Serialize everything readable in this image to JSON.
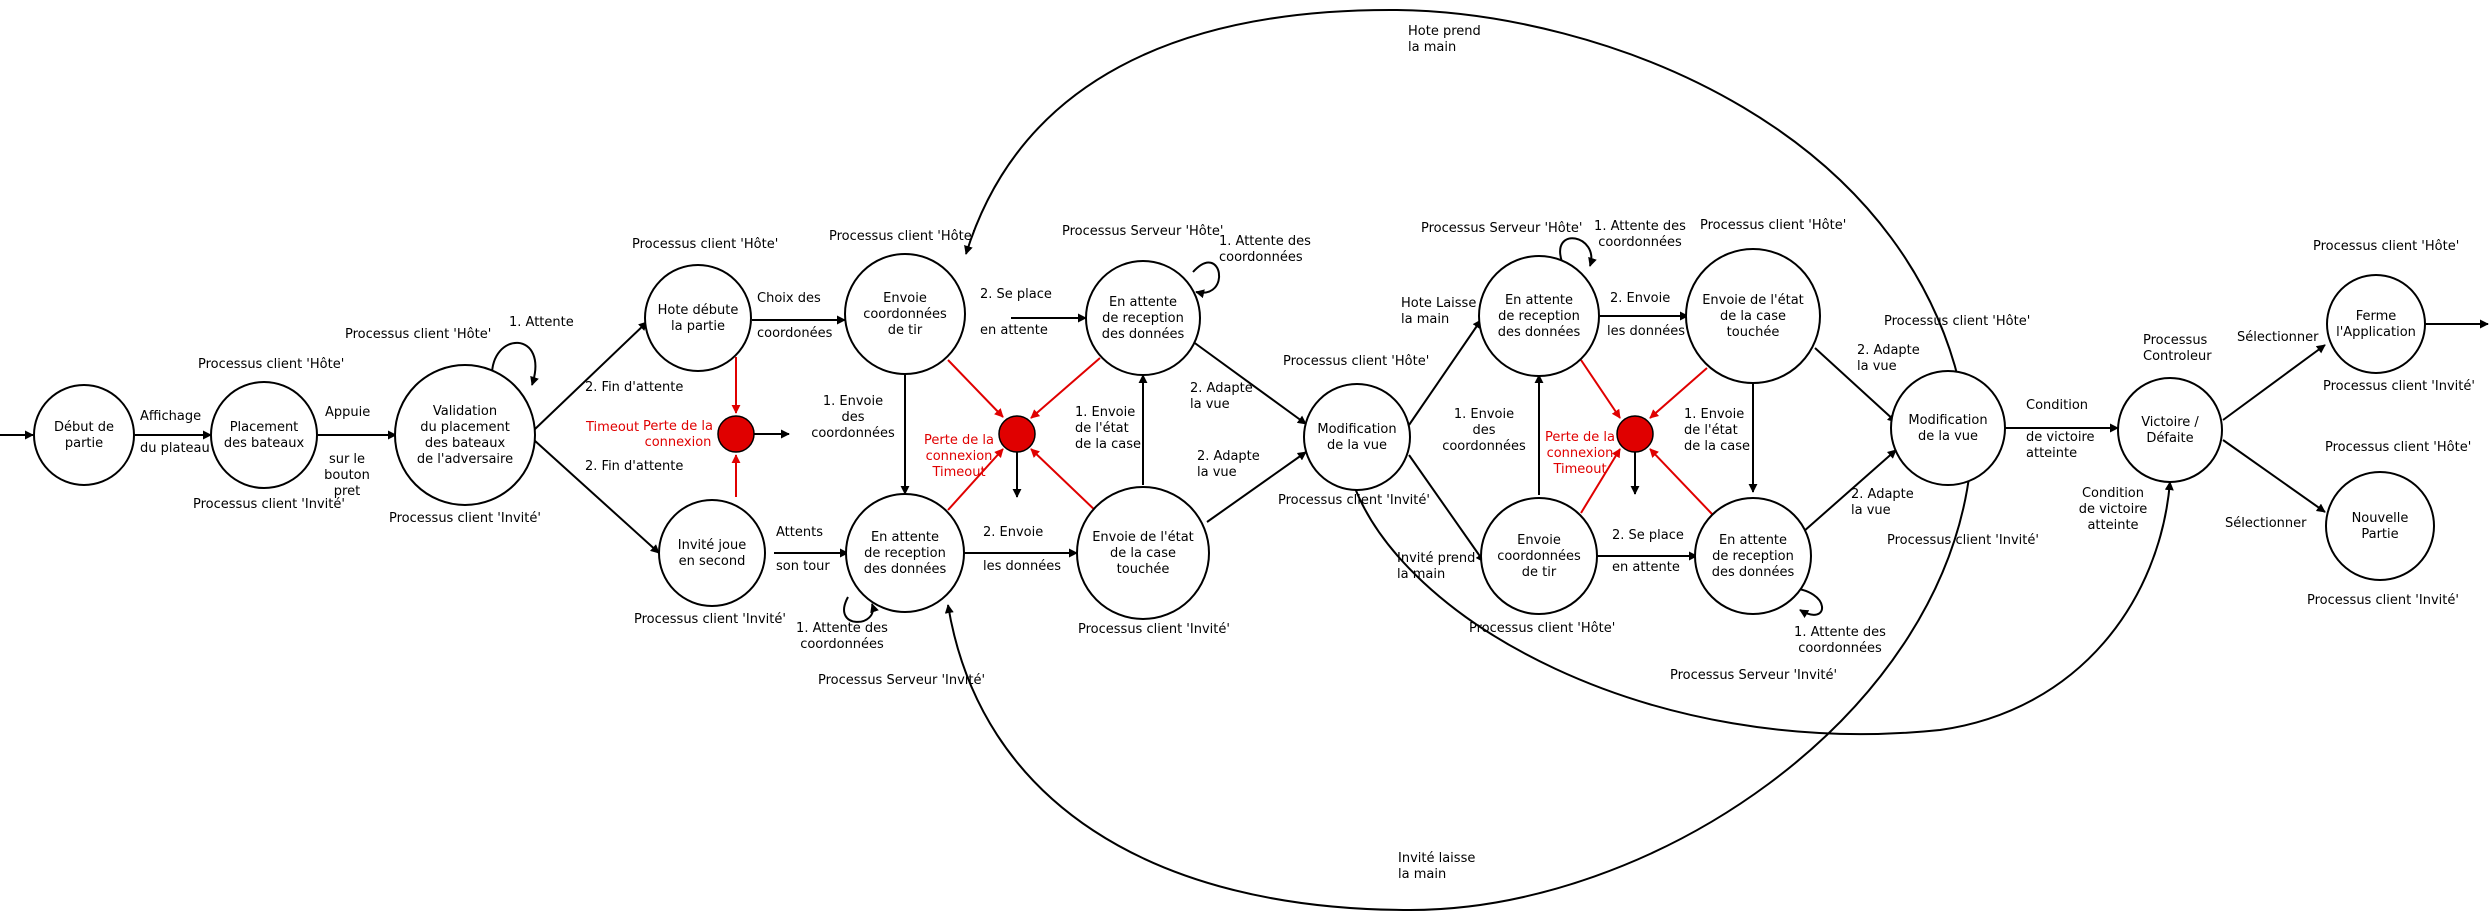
{
  "states": [
    {
      "id": "debut",
      "label": [
        "Début de",
        "partie"
      ]
    },
    {
      "id": "placement",
      "label": [
        "Placement",
        "des bateaux"
      ]
    },
    {
      "id": "validation",
      "label": [
        "Validation",
        "du placement",
        "des bateaux",
        "de l'adversaire"
      ]
    },
    {
      "id": "hote-debute",
      "label": [
        "Hote débute",
        "la partie"
      ]
    },
    {
      "id": "invite-second",
      "label": [
        "Invité joue",
        "en second"
      ]
    },
    {
      "id": "envoie-tir-1",
      "label": [
        "Envoie",
        "coordonnées",
        "de tir"
      ]
    },
    {
      "id": "attente-recep-1",
      "label": [
        "En attente",
        "de reception",
        "des données"
      ]
    },
    {
      "id": "attente-recep-2",
      "label": [
        "En attente",
        "de reception",
        "des données"
      ]
    },
    {
      "id": "envoie-etat-1",
      "label": [
        "Envoie de l'état",
        "de la case",
        "touchée"
      ]
    },
    {
      "id": "modif-vue-1",
      "label": [
        "Modification",
        "de la vue"
      ]
    },
    {
      "id": "attente-recep-3",
      "label": [
        "En attente",
        "de reception",
        "des données"
      ]
    },
    {
      "id": "envoie-etat-2",
      "label": [
        "Envoie de l'état",
        "de la case",
        "touchée"
      ]
    },
    {
      "id": "envoie-tir-2",
      "label": [
        "Envoie",
        "coordonnées",
        "de tir"
      ]
    },
    {
      "id": "attente-recep-4",
      "label": [
        "En attente",
        "de reception",
        "des données"
      ]
    },
    {
      "id": "modif-vue-2",
      "label": [
        "Modification",
        "de la vue"
      ]
    },
    {
      "id": "victoire",
      "label": [
        "Victoire /",
        "Défaite"
      ]
    },
    {
      "id": "ferme",
      "label": [
        "Ferme",
        "l'Application"
      ]
    },
    {
      "id": "nouvelle",
      "label": [
        "Nouvelle",
        "Partie"
      ]
    }
  ],
  "labels": [
    {
      "id": "proc-hote-placement",
      "lines": [
        "Processus client 'Hôte'"
      ]
    },
    {
      "id": "proc-invite-placement",
      "lines": [
        "Processus client 'Invité'"
      ]
    },
    {
      "id": "proc-hote-validation",
      "lines": [
        "Processus client 'Hôte'"
      ]
    },
    {
      "id": "proc-invite-validation",
      "lines": [
        "Processus client 'Invité'"
      ]
    },
    {
      "id": "proc-hote-debute",
      "lines": [
        "Processus client 'Hôte'"
      ]
    },
    {
      "id": "proc-invite-second",
      "lines": [
        "Processus client 'Invité'"
      ]
    },
    {
      "id": "proc-hote-tir1",
      "lines": [
        "Processus client 'Hôte'"
      ]
    },
    {
      "id": "proc-serveur-hote-1",
      "lines": [
        "Processus Serveur 'Hôte'"
      ]
    },
    {
      "id": "proc-serveur-invite-1",
      "lines": [
        "Processus Serveur 'Invité'"
      ]
    },
    {
      "id": "proc-invite-etat1",
      "lines": [
        "Processus client 'Invité'"
      ]
    },
    {
      "id": "proc-hote-modif1",
      "lines": [
        "Processus client 'Hôte'"
      ]
    },
    {
      "id": "proc-invite-modif1",
      "lines": [
        "Processus client 'Invité'"
      ]
    },
    {
      "id": "proc-serveur-hote-2",
      "lines": [
        "Processus Serveur 'Hôte'"
      ]
    },
    {
      "id": "proc-hote-etat2",
      "lines": [
        "Processus client 'Hôte'"
      ]
    },
    {
      "id": "proc-hote-tir2",
      "lines": [
        "Processus client 'Hôte'"
      ]
    },
    {
      "id": "proc-serveur-invite-2",
      "lines": [
        "Processus Serveur 'Invité'"
      ]
    },
    {
      "id": "proc-hote-modif2",
      "lines": [
        "Processus client 'Hôte'"
      ]
    },
    {
      "id": "proc-invite-modif2",
      "lines": [
        "Processus client 'Invité'"
      ]
    },
    {
      "id": "proc-controleur",
      "lines": [
        "Processus",
        "Controleur"
      ]
    },
    {
      "id": "proc-hote-ferme",
      "lines": [
        "Processus client 'Hôte'"
      ]
    },
    {
      "id": "proc-invite-ferme",
      "lines": [
        "Processus client 'Invité'"
      ]
    },
    {
      "id": "proc-hote-nouvelle",
      "lines": [
        "Processus client 'Hôte'"
      ]
    },
    {
      "id": "proc-invite-nouvelle",
      "lines": [
        "Processus client 'Invité'"
      ]
    },
    {
      "id": "lbl-affichage",
      "lines": [
        "Affichage"
      ]
    },
    {
      "id": "lbl-du-plateau",
      "lines": [
        "du plateau"
      ]
    },
    {
      "id": "lbl-appuie",
      "lines": [
        "Appuie"
      ]
    },
    {
      "id": "lbl-bouton",
      "lines": [
        "sur le",
        "bouton",
        "pret"
      ]
    },
    {
      "id": "lbl-attente",
      "lines": [
        "1. Attente"
      ]
    },
    {
      "id": "lbl-fin-attente-1",
      "lines": [
        "2. Fin d'attente"
      ]
    },
    {
      "id": "lbl-fin-attente-2",
      "lines": [
        "2. Fin d'attente"
      ]
    },
    {
      "id": "lbl-choix-des",
      "lines": [
        "Choix des"
      ]
    },
    {
      "id": "lbl-coordonnees",
      "lines": [
        "coordonées"
      ]
    },
    {
      "id": "lbl-attents",
      "lines": [
        "Attents"
      ]
    },
    {
      "id": "lbl-son-tour",
      "lines": [
        "son tour"
      ]
    },
    {
      "id": "lbl-se-place-1",
      "lines": [
        "2. Se place"
      ]
    },
    {
      "id": "lbl-en-attente-1",
      "lines": [
        "en attente"
      ]
    },
    {
      "id": "lbl-attente-coord-1",
      "lines": [
        "1. Attente des",
        "coordonnées"
      ]
    },
    {
      "id": "lbl-envoie-coord-1",
      "lines": [
        "1. Envoie",
        "des",
        "coordonnées"
      ]
    },
    {
      "id": "lbl-envoie-etat-1",
      "lines": [
        "1. Envoie",
        "de l'état",
        "de la case"
      ]
    },
    {
      "id": "lbl-envoie-2-1",
      "lines": [
        "2. Envoie"
      ]
    },
    {
      "id": "lbl-les-donnees-1",
      "lines": [
        "les données"
      ]
    },
    {
      "id": "lbl-attente-coord-2",
      "lines": [
        "1. Attente des",
        "coordonnées"
      ]
    },
    {
      "id": "lbl-adapte-1",
      "lines": [
        "2. Adapte",
        "la vue"
      ]
    },
    {
      "id": "lbl-adapte-2",
      "lines": [
        "2. Adapte",
        "la vue"
      ]
    },
    {
      "id": "lbl-hote-prend",
      "lines": [
        "Hote prend",
        "la main"
      ]
    },
    {
      "id": "lbl-hote-laisse",
      "lines": [
        "Hote Laisse",
        "la main"
      ]
    },
    {
      "id": "lbl-invite-prend",
      "lines": [
        "Invité prend",
        "la main"
      ]
    },
    {
      "id": "lbl-invite-laisse",
      "lines": [
        "Invité laisse",
        "la main"
      ]
    },
    {
      "id": "lbl-attente-coord-3",
      "lines": [
        "1. Attente des",
        "coordonnées"
      ]
    },
    {
      "id": "lbl-envoie-2-2",
      "lines": [
        "2. Envoie"
      ]
    },
    {
      "id": "lbl-les-donnees-2",
      "lines": [
        "les données"
      ]
    },
    {
      "id": "lbl-envoie-coord-2",
      "lines": [
        "1. Envoie",
        "des",
        "coordonnées"
      ]
    },
    {
      "id": "lbl-envoie-etat-2",
      "lines": [
        "1. Envoie",
        "de l'état",
        "de la case"
      ]
    },
    {
      "id": "lbl-se-place-2",
      "lines": [
        "2. Se place"
      ]
    },
    {
      "id": "lbl-en-attente-2",
      "lines": [
        "en attente"
      ]
    },
    {
      "id": "lbl-attente-coord-4",
      "lines": [
        "1. Attente des",
        "coordonnées"
      ]
    },
    {
      "id": "lbl-adapte-3",
      "lines": [
        "2. Adapte",
        "la vue"
      ]
    },
    {
      "id": "lbl-adapte-4",
      "lines": [
        "2. Adapte",
        "la vue"
      ]
    },
    {
      "id": "lbl-condition-1",
      "lines": [
        "Condition"
      ]
    },
    {
      "id": "lbl-victoire-atteinte-1",
      "lines": [
        "de victoire",
        "atteinte"
      ]
    },
    {
      "id": "lbl-condition-2",
      "lines": [
        "Condition",
        "de victoire",
        "atteinte"
      ]
    },
    {
      "id": "lbl-selectionner-1",
      "lines": [
        "Sélectionner"
      ]
    },
    {
      "id": "lbl-selectionner-2",
      "lines": [
        "Sélectionner"
      ]
    },
    {
      "id": "err-timeout-1",
      "lines": [
        "Timeout"
      ],
      "red": true
    },
    {
      "id": "err-perte-1",
      "lines": [
        "Perte de la",
        "connexion"
      ],
      "red": true
    },
    {
      "id": "err-perte-2",
      "lines": [
        "Perte de la",
        "connexion",
        "Timeout"
      ],
      "red": true
    },
    {
      "id": "err-perte-3",
      "lines": [
        "Perte de la",
        "connexion",
        "Timeout"
      ],
      "red": true
    }
  ]
}
